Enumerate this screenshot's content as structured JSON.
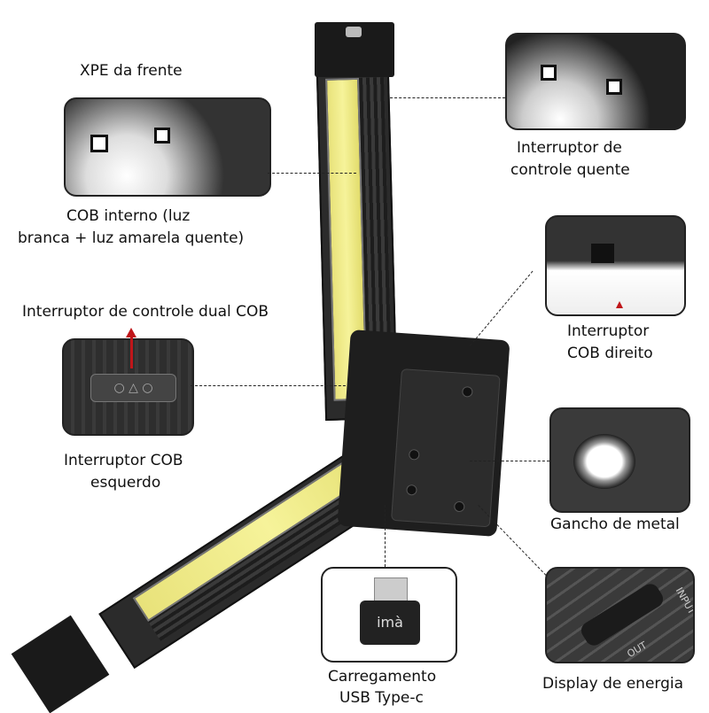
{
  "labels": {
    "xpe_front": "XPE da frente",
    "cob_internal_line1": "COB interno (luz",
    "cob_internal_line2": "branca + luz amarela quente)",
    "dual_cob_switch": "Interruptor de controle dual COB",
    "left_cob_switch_line1": "Interruptor COB",
    "left_cob_switch_line2": "esquerdo",
    "warm_switch_line1": "Interruptor de",
    "warm_switch_line2": "controle quente",
    "right_cob_switch_line1": "Interruptor",
    "right_cob_switch_line2": "COB direito",
    "metal_hook": "Gancho de metal",
    "charging_line1": "Carregamento",
    "charging_line2": "USB Type-c",
    "power_display": "Display de energia"
  },
  "magnet_label": "imà",
  "port_labels": {
    "input": "INPUT",
    "output": "OUT"
  },
  "colors": {
    "cob_yellow": "#f3ef94",
    "body": "#2b2b2b",
    "arrow_red": "#c0161a"
  }
}
